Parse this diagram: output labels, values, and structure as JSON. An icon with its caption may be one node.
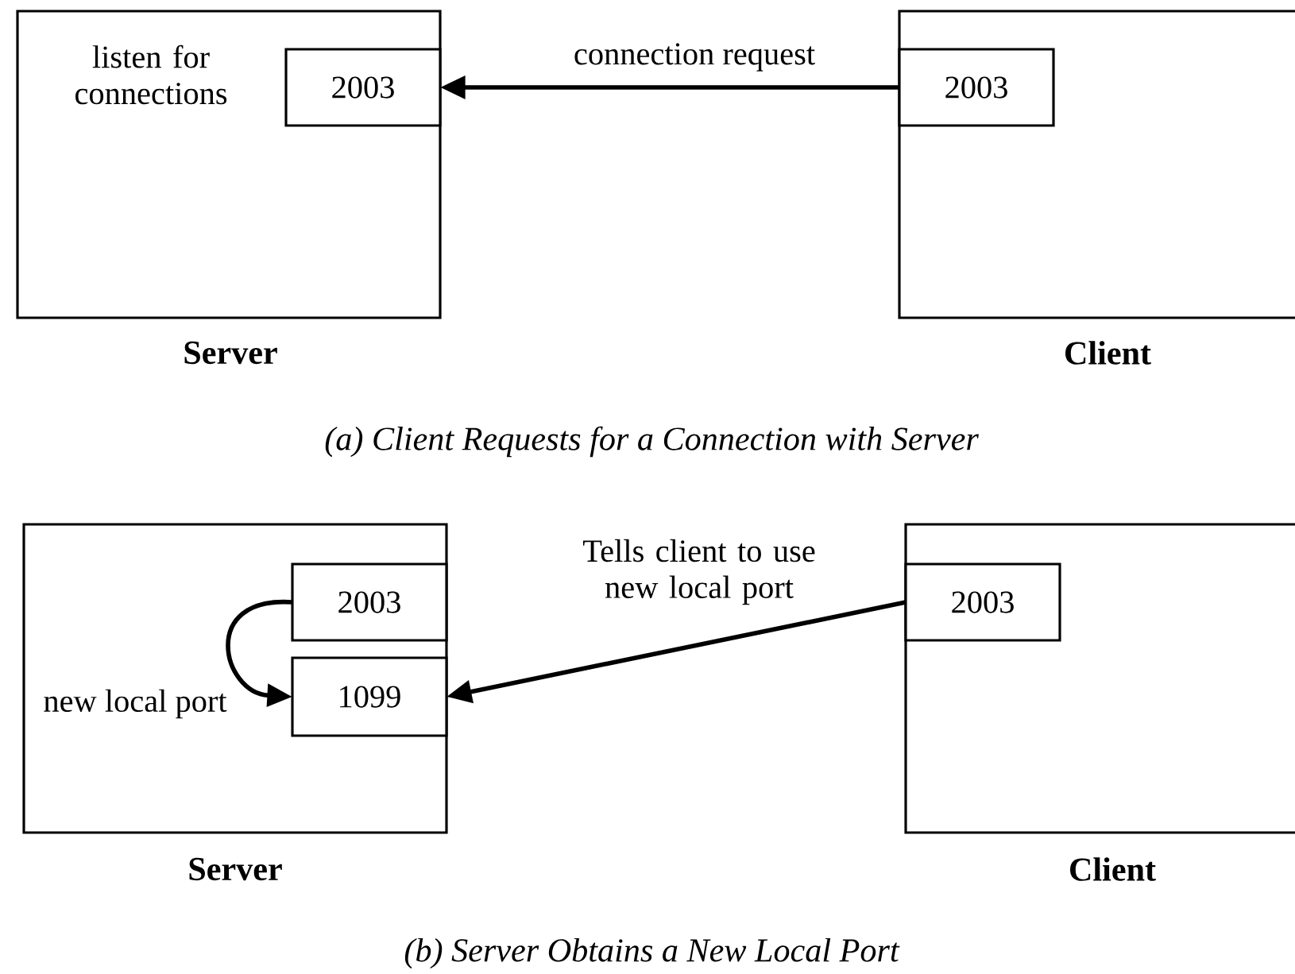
{
  "diagram": {
    "nodes": [
      {
        "text": [
          "listen for connections",
          "Server"
        ]
      },
      {
        "text": [
          "2003"
        ],
        "in": 0
      },
      {
        "text": [
          "Client"
        ]
      },
      {
        "text": [
          "2003"
        ],
        "in": 2
      },
      {
        "text": [
          "Server"
        ]
      },
      {
        "text": [
          "2003"
        ],
        "in": 4
      },
      {
        "text": [
          "1099"
        ],
        "in": 4
      },
      {
        "text": [
          "Client"
        ]
      },
      {
        "text": [
          "2003"
        ],
        "in": 7
      }
    ],
    "edges": [
      {
        "from": 3,
        "to": 1,
        "arrow": "to",
        "label": "connection request"
      },
      {
        "from": 5,
        "to": 6,
        "arrow": "to",
        "label": "new local port"
      },
      {
        "from": 8,
        "to": 6,
        "arrow": "to",
        "label": "Tells client to use new local port"
      }
    ],
    "labels": [
      "(a) Client Requests for a Connection with Server",
      "(b) Server Obtains a New Local Port"
    ]
  }
}
